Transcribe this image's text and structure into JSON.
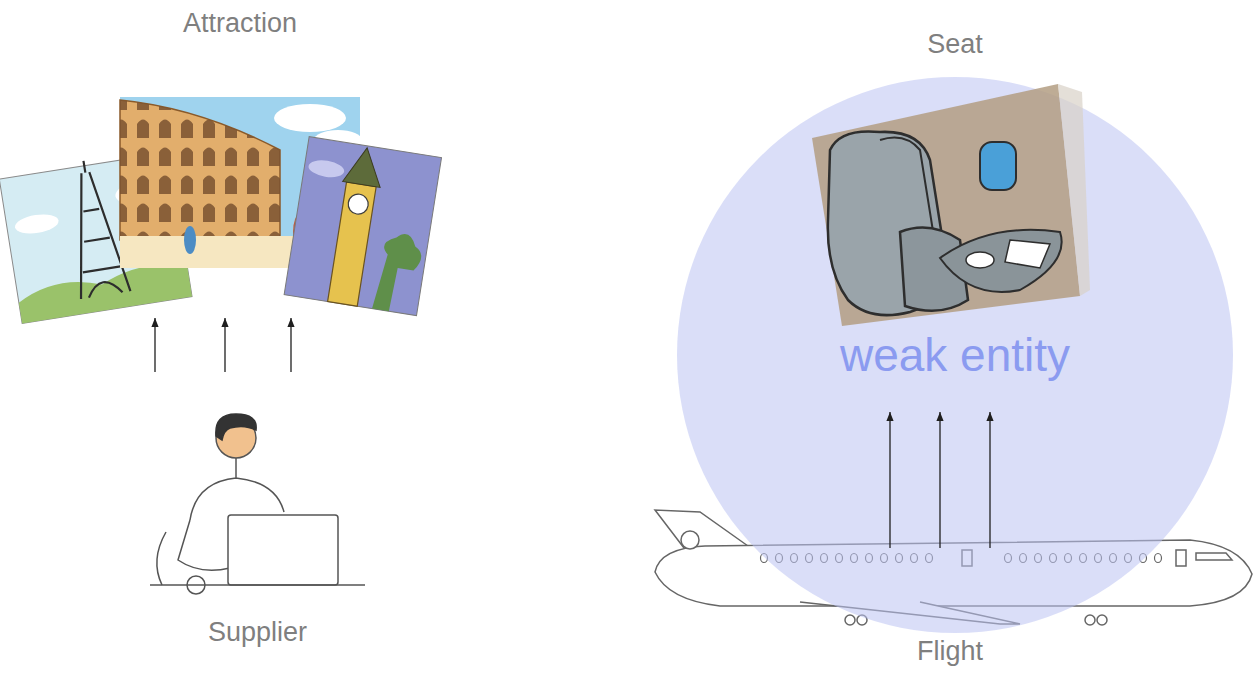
{
  "diagram": {
    "nodes": [
      {
        "text": [
          "Attraction"
        ]
      },
      {
        "text": [
          "Seat",
          "weak entity"
        ]
      },
      {
        "text": [
          "Supplier"
        ]
      },
      {
        "text": [
          "Flight"
        ]
      }
    ],
    "edges": [
      {
        "from": 2,
        "to": 0,
        "arrow": "to"
      },
      {
        "from": 2,
        "to": 0,
        "arrow": "to"
      },
      {
        "from": 2,
        "to": 0,
        "arrow": "to"
      },
      {
        "from": 3,
        "to": 1,
        "arrow": "to"
      },
      {
        "from": 3,
        "to": 1,
        "arrow": "to"
      },
      {
        "from": 3,
        "to": 1,
        "arrow": "to"
      }
    ]
  }
}
